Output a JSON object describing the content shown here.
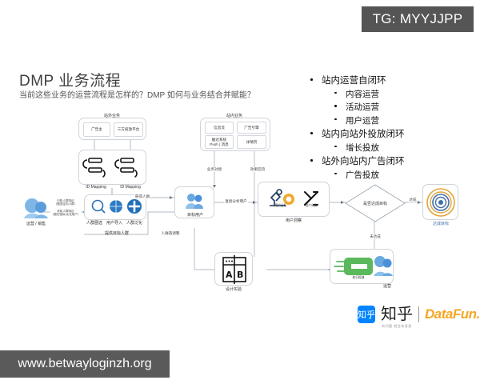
{
  "watermarks": {
    "telegram": "TG: MYYJJPP",
    "url": "www.betwayloginzh.org"
  },
  "heading": {
    "title": "DMP 业务流程",
    "subtitle": "当前这些业务的运营流程是怎样的？DMP 如何与业务结合并赋能？"
  },
  "bullets": [
    {
      "level": 1,
      "text": "站内运营自闭环"
    },
    {
      "level": 2,
      "text": "内容运营"
    },
    {
      "level": 2,
      "text": "活动运营"
    },
    {
      "level": 2,
      "text": "用户运营"
    },
    {
      "level": 1,
      "text": "站内向站外投放闭环"
    },
    {
      "level": 2,
      "text": "增长投放"
    },
    {
      "level": 1,
      "text": "站外向站内广告闭环"
    },
    {
      "level": 2,
      "text": "广告投放"
    }
  ],
  "diagram": {
    "offsite": {
      "caption": "站外业务",
      "items": [
        "广告主",
        "三方投放平台"
      ]
    },
    "onsite": {
      "caption": "站内业务",
      "items": [
        "信息流",
        "广告引擎",
        "触达系统\nPush | 消息",
        "详情页"
      ]
    },
    "id_mapping": {
      "left_label": "ID Mapping",
      "right_label": "ID Mapping"
    },
    "operator": {
      "label": "运营 / 销售",
      "notes": [
        "已知人群特征\n（圈选定向人群）",
        "未知人群特征\n（潜在相似/泛化用户）"
      ]
    },
    "audience": {
      "items": [
        "人群圈选",
        "用户导入",
        "人群泛化"
      ],
      "below_label": "提供目标人群"
    },
    "target_users": {
      "label": "目标用户"
    },
    "insight": {
      "label": "用户洞察",
      "items": [
        "用户分析",
        "用户分群"
      ]
    },
    "decision": {
      "label": "是否达成目标"
    },
    "goal": {
      "label": "达成目标"
    },
    "experiment": {
      "label": "设计实验",
      "icon_text": [
        "A",
        "B"
      ]
    },
    "execute": {
      "label": "执行投放",
      "person_label": "运营"
    },
    "edges": {
      "obtain_crowd": "获得人群",
      "business_dock": "业务对接",
      "direct_analysis": "直接分析用户",
      "effect_feedback": "效果回流",
      "crowd_readjust": "人群再调整",
      "achieved": "达成",
      "not_achieved": "未达成"
    }
  },
  "logos": {
    "zhihu_mark": "知乎",
    "zhihu_name": "知乎",
    "zhihu_tagline": "有问题 就会有答案",
    "datafun": "DataFun."
  }
}
